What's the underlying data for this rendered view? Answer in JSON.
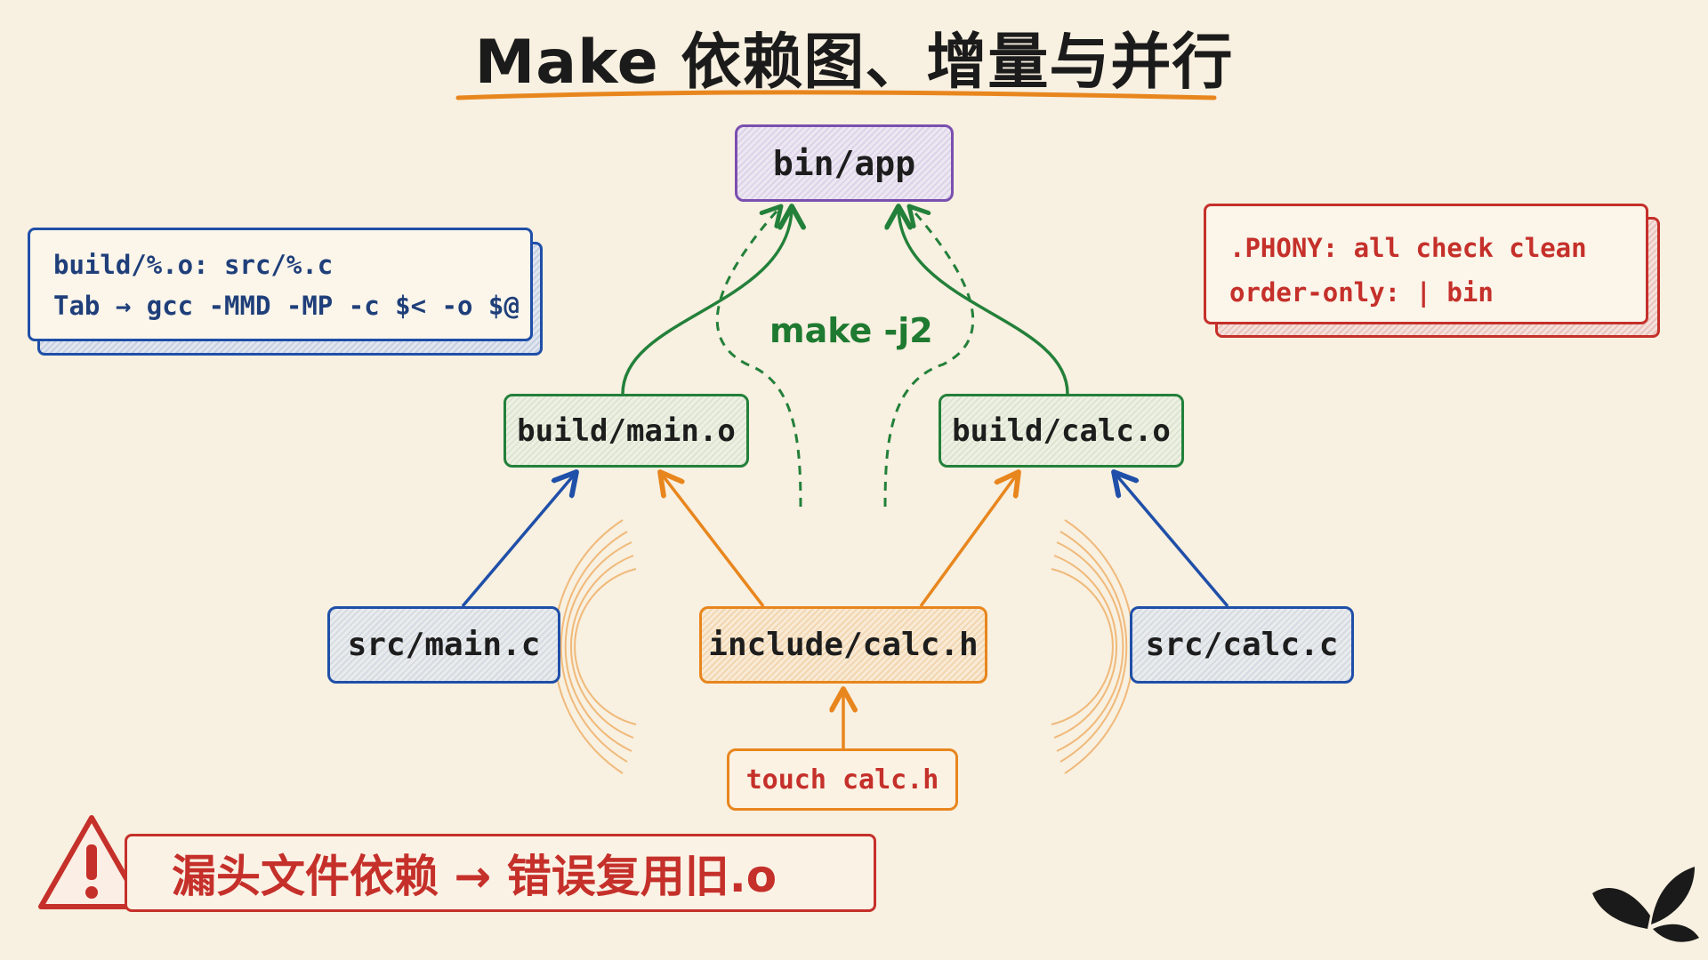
{
  "title": "Make 依赖图、增量与并行",
  "nodes": {
    "app": "bin/app",
    "main_o": "build/main.o",
    "calc_o": "build/calc.o",
    "main_c": "src/main.c",
    "calc_h": "include/calc.h",
    "calc_c": "src/calc.c",
    "touch": "touch calc.h"
  },
  "parallel_label": "make -j2",
  "rule_note": {
    "line1": "build/%.o: src/%.c",
    "line2": "Tab → gcc -MMD -MP -c $< -o $@"
  },
  "phony_note": {
    "line1": ".PHONY: all check clean",
    "line2": "order-only: | bin"
  },
  "warning": {
    "text": "漏头文件依赖 → 错误复用旧.o",
    "icon": "warning-triangle-icon"
  },
  "logo": {
    "icon": "butterfly-icon"
  },
  "colors": {
    "background": "#f8f0e0",
    "purple": "#7b4fb0",
    "green": "#23803a",
    "blue": "#1f4fa8",
    "orange": "#e8861e",
    "red": "#c5302a",
    "title_underline": "#e8861e"
  }
}
